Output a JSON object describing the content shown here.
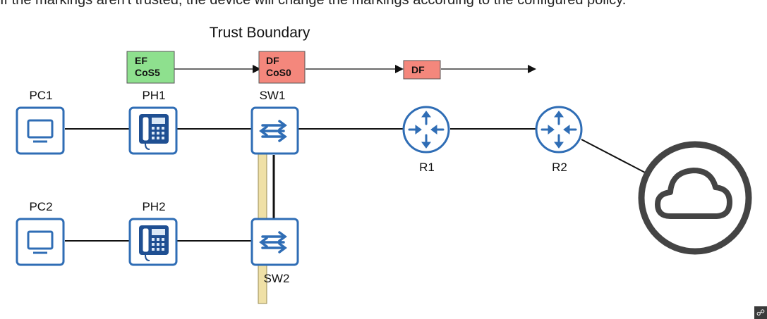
{
  "caption": "If the markings aren't trusted, the device will change the markings according to the configured policy.",
  "trust_boundary_label": "Trust Boundary",
  "markings": {
    "ingress": {
      "line1": "EF",
      "line2": "CoS5",
      "color": "#8ee08e"
    },
    "remarked": {
      "line1": "DF",
      "line2": "CoS0",
      "color": "#f4877c"
    },
    "routed": {
      "line1": "DF",
      "color": "#f4877c"
    }
  },
  "devices": {
    "pc1": "PC1",
    "pc2": "PC2",
    "ph1": "PH1",
    "ph2": "PH2",
    "sw1": "SW1",
    "sw2": "SW2",
    "r1": "R1",
    "r2": "R2"
  },
  "colors": {
    "device_blue": "#2f6db5",
    "boundary": "#efe0a6",
    "link": "#111111",
    "cloud": "#444444"
  },
  "icons": {
    "pc": "monitor-icon",
    "phone": "ip-phone-icon",
    "switch": "switch-arrows-icon",
    "router": "router-arrows-icon",
    "internet": "cloud-icon"
  }
}
